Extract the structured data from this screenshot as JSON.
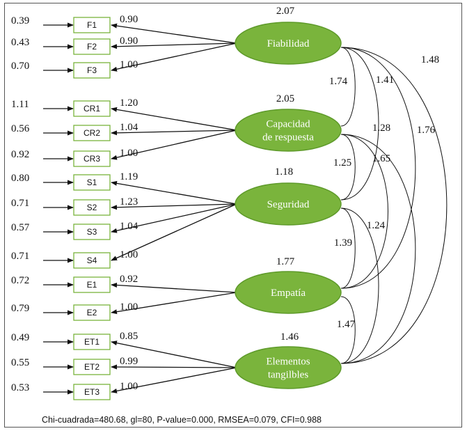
{
  "colors": {
    "latent_fill": "#7ab43c",
    "latent_stroke": "#5e9a2a",
    "indicator_fill": "#ffffff",
    "indicator_stroke": "#7ab43c",
    "line": "#111111"
  },
  "latents": [
    {
      "id": "F",
      "lines": [
        "Fiabilidad"
      ],
      "variance": "2.07"
    },
    {
      "id": "CR",
      "lines": [
        "Capacidad",
        "de respuesta"
      ],
      "variance": "2.05"
    },
    {
      "id": "S",
      "lines": [
        "Seguridad"
      ],
      "variance": "1.18"
    },
    {
      "id": "E",
      "lines": [
        "Empatía"
      ],
      "variance": "1.77"
    },
    {
      "id": "ET",
      "lines": [
        "Elementos",
        "tangilbles"
      ],
      "variance": "1.46"
    }
  ],
  "indicators": [
    {
      "label": "F1",
      "latent": "F",
      "error": "0.39",
      "loading": "0.90"
    },
    {
      "label": "F2",
      "latent": "F",
      "error": "0.43",
      "loading": "0.90"
    },
    {
      "label": "F3",
      "latent": "F",
      "error": "0.70",
      "loading": "1.00"
    },
    {
      "label": "CR1",
      "latent": "CR",
      "error": "1.11",
      "loading": "1.20"
    },
    {
      "label": "CR2",
      "latent": "CR",
      "error": "0.56",
      "loading": "1.04"
    },
    {
      "label": "CR3",
      "latent": "CR",
      "error": "0.92",
      "loading": "1.00"
    },
    {
      "label": "S1",
      "latent": "S",
      "error": "0.80",
      "loading": "1.19"
    },
    {
      "label": "S2",
      "latent": "S",
      "error": "0.71",
      "loading": "1.23"
    },
    {
      "label": "S3",
      "latent": "S",
      "error": "0.57",
      "loading": "1.04"
    },
    {
      "label": "S4",
      "latent": "S",
      "error": "0.71",
      "loading": "1.00"
    },
    {
      "label": "E1",
      "latent": "E",
      "error": "0.72",
      "loading": "0.92"
    },
    {
      "label": "E2",
      "latent": "E",
      "error": "0.79",
      "loading": "1.00"
    },
    {
      "label": "ET1",
      "latent": "ET",
      "error": "0.49",
      "loading": "0.85"
    },
    {
      "label": "ET2",
      "latent": "ET",
      "error": "0.55",
      "loading": "0.99"
    },
    {
      "label": "ET3",
      "latent": "ET",
      "error": "0.53",
      "loading": "1.00"
    }
  ],
  "covariances": [
    {
      "from": "F",
      "to": "CR",
      "value": "1.74"
    },
    {
      "from": "F",
      "to": "S",
      "value": "1.41"
    },
    {
      "from": "F",
      "to": "E",
      "value": "1.76"
    },
    {
      "from": "F",
      "to": "ET",
      "value": "1.48"
    },
    {
      "from": "CR",
      "to": "S",
      "value": "1.25"
    },
    {
      "from": "CR",
      "to": "E",
      "value": "1.65"
    },
    {
      "from": "CR",
      "to": "ET",
      "value": "1.28"
    },
    {
      "from": "S",
      "to": "E",
      "value": "1.39"
    },
    {
      "from": "S",
      "to": "ET",
      "value": "1.24"
    },
    {
      "from": "E",
      "to": "ET",
      "value": "1.47"
    }
  ],
  "fit_text": "Chi-cuadrada=480.68, gl=80, P-value=0.000, RMSEA=0.079, CFI=0.988"
}
